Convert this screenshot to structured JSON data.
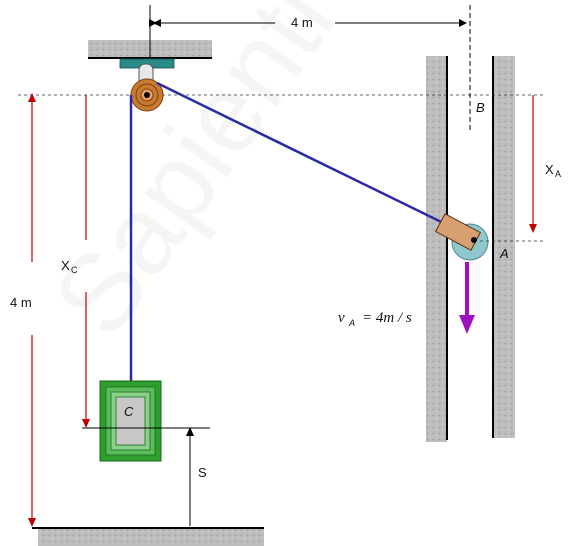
{
  "labels": {
    "top_distance": "4 m",
    "left_distance": "4 m",
    "point_b": "B",
    "point_a": "A",
    "xa_main": "X",
    "xa_sub": "A",
    "xc_main": "X",
    "xc_sub": "C",
    "block_c": "C",
    "s_label": "S",
    "va_v": "v",
    "va_sub": "A",
    "va_rest": "= 4m / s"
  },
  "watermark": "Sapienti",
  "colors": {
    "rope": "#2a2aa8",
    "dimension_red": "#c00000",
    "velocity_arrow": "#a010c0",
    "block_green": "#2e9e2e",
    "pulley_bronze": "#c87a30",
    "bracket_teal": "#2a8a8a",
    "wall_gray": "#b8b8b8"
  }
}
